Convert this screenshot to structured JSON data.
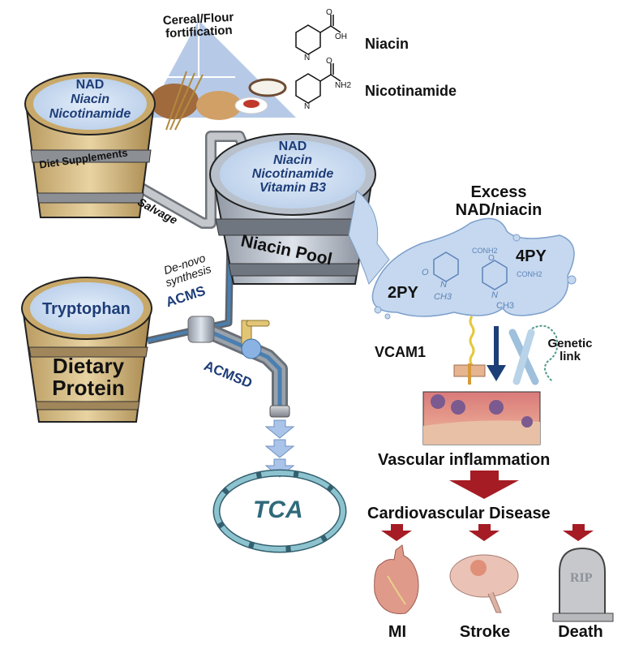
{
  "food_pyramid": {
    "label_line1": "Cereal/Flour",
    "label_line2": "fortification"
  },
  "structures": {
    "niacin": {
      "name": "Niacin",
      "groups": [
        "O",
        "OH",
        "N"
      ]
    },
    "nicotinamide": {
      "name": "Nicotinamide",
      "groups": [
        "O",
        "NH2",
        "N"
      ]
    }
  },
  "supplement_tub": {
    "contents": [
      "NAD",
      "Niacin",
      "Nicotinamide"
    ],
    "band_label": "Diet Supplements"
  },
  "salvage_label": "Salvage",
  "pool_tub": {
    "contents": [
      "NAD",
      "Niacin",
      "Nicotinamide",
      "Vitamin B3"
    ],
    "label": "Niacin Pool"
  },
  "excess": {
    "title_line1": "Excess",
    "title_line2": "NAD/niacin",
    "metabolites": [
      {
        "name": "2PY",
        "groups": [
          "O",
          "N",
          "CH3",
          "CONH2"
        ]
      },
      {
        "name": "4PY",
        "groups": [
          "O",
          "N",
          "CH3",
          "CONH2"
        ]
      }
    ]
  },
  "protein_tub": {
    "contents": "Tryptophan",
    "label_line1": "Dietary",
    "label_line2": "Protein"
  },
  "de_novo": {
    "line1": "De-novo",
    "line2": "synthesis",
    "enzyme": "ACMS"
  },
  "acmsd_label": "ACMSD",
  "tca_label": "TCA",
  "inflammation": {
    "vcam_label": "VCAM1",
    "genetic_line1": "Genetic",
    "genetic_line2": "link",
    "title": "Vascular inflammation"
  },
  "cvd": {
    "title": "Cardiovascular Disease",
    "outcomes": [
      {
        "label": "MI",
        "icon": "heart-icon"
      },
      {
        "label": "Stroke",
        "icon": "brain-icon"
      },
      {
        "label": "Death",
        "icon": "tombstone-icon",
        "engraving": "RIP"
      }
    ]
  },
  "colors": {
    "wood": "#d9c08a",
    "wood_dark": "#a88a52",
    "water": "#c5d8ef",
    "text_blue": "#1e3d78",
    "pipe_gray": "#a9adb3",
    "flow_blue": "#4a7fb0",
    "arrow_red": "#a51c24",
    "arrow_navy": "#1d3f77",
    "tca_teal": "#5f9fb0"
  }
}
